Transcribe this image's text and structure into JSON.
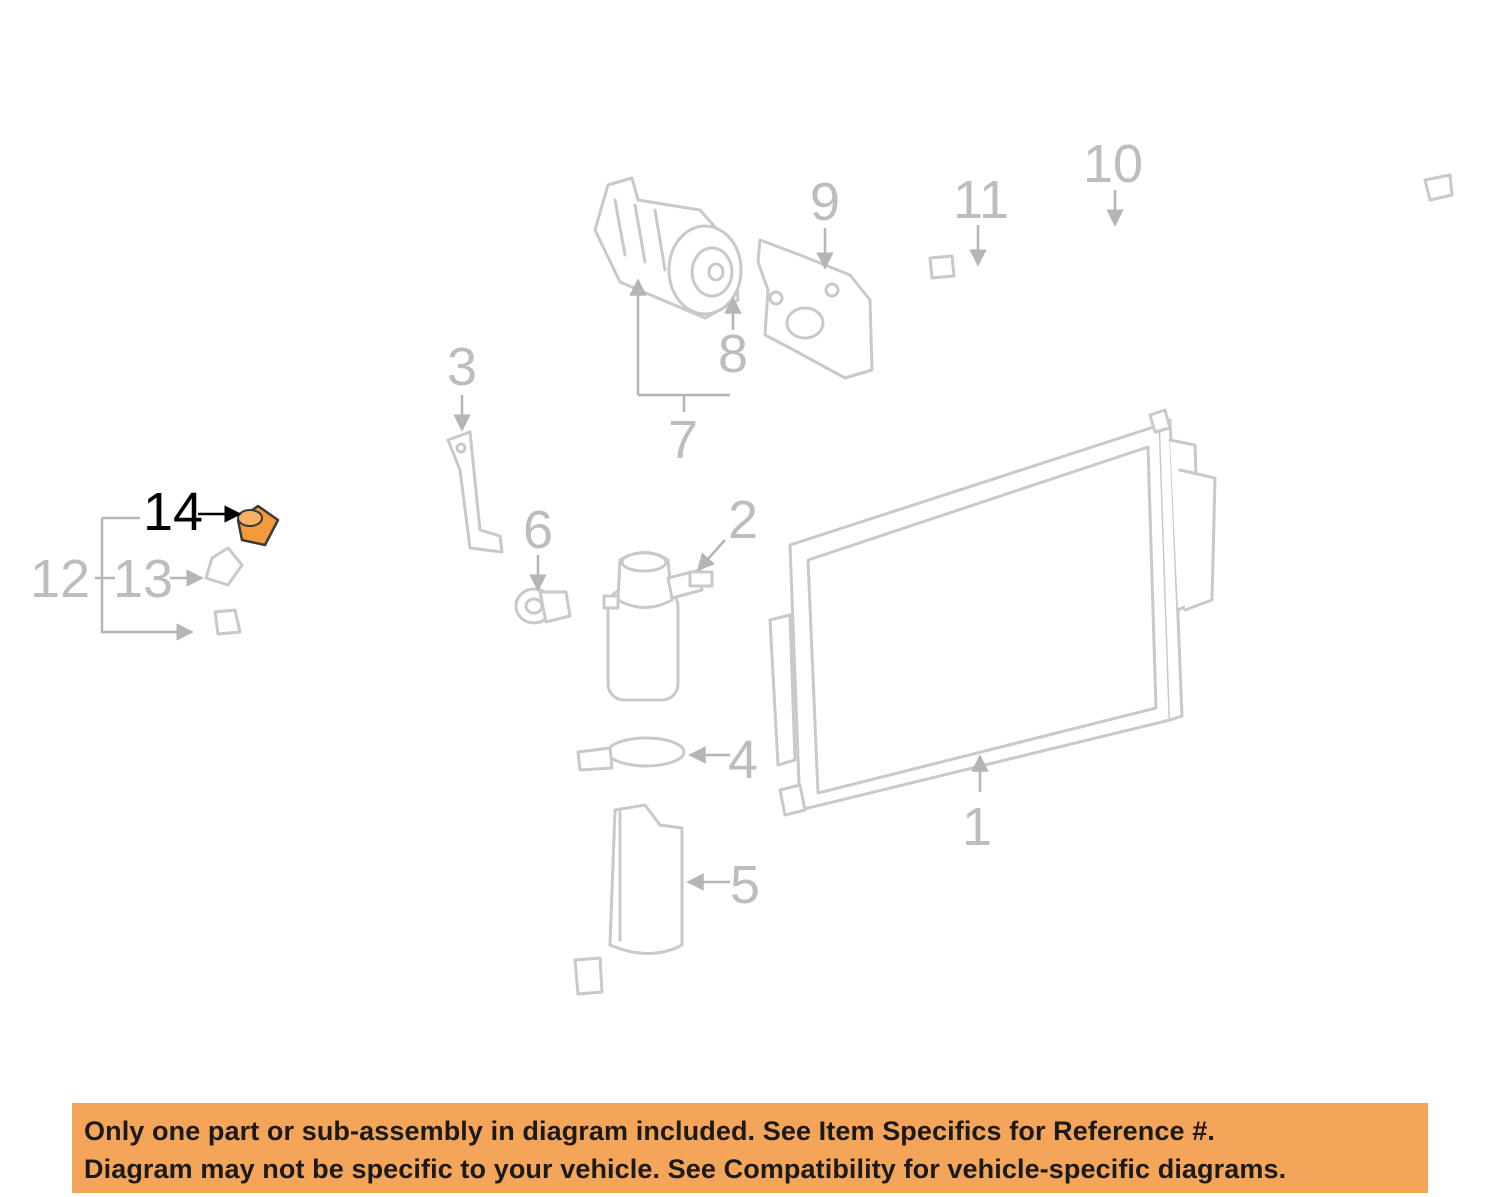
{
  "callouts": {
    "c1": "1",
    "c2": "2",
    "c3": "3",
    "c4": "4",
    "c5": "5",
    "c6": "6",
    "c7": "7",
    "c8": "8",
    "c9": "9",
    "c10": "10",
    "c11": "11",
    "c12": "12",
    "c13": "13",
    "c14": "14"
  },
  "highlighted_part": "14",
  "notice": {
    "line1": "Only one part or sub-assembly in diagram included. See Item Specifics for Reference #.",
    "line2": "Diagram may not be specific to your vehicle. See Compatibility for vehicle-specific diagrams."
  },
  "colors": {
    "highlight": "#f39a3c",
    "notice_background": "#f5a55a",
    "line_art": "#c9c9c9"
  }
}
